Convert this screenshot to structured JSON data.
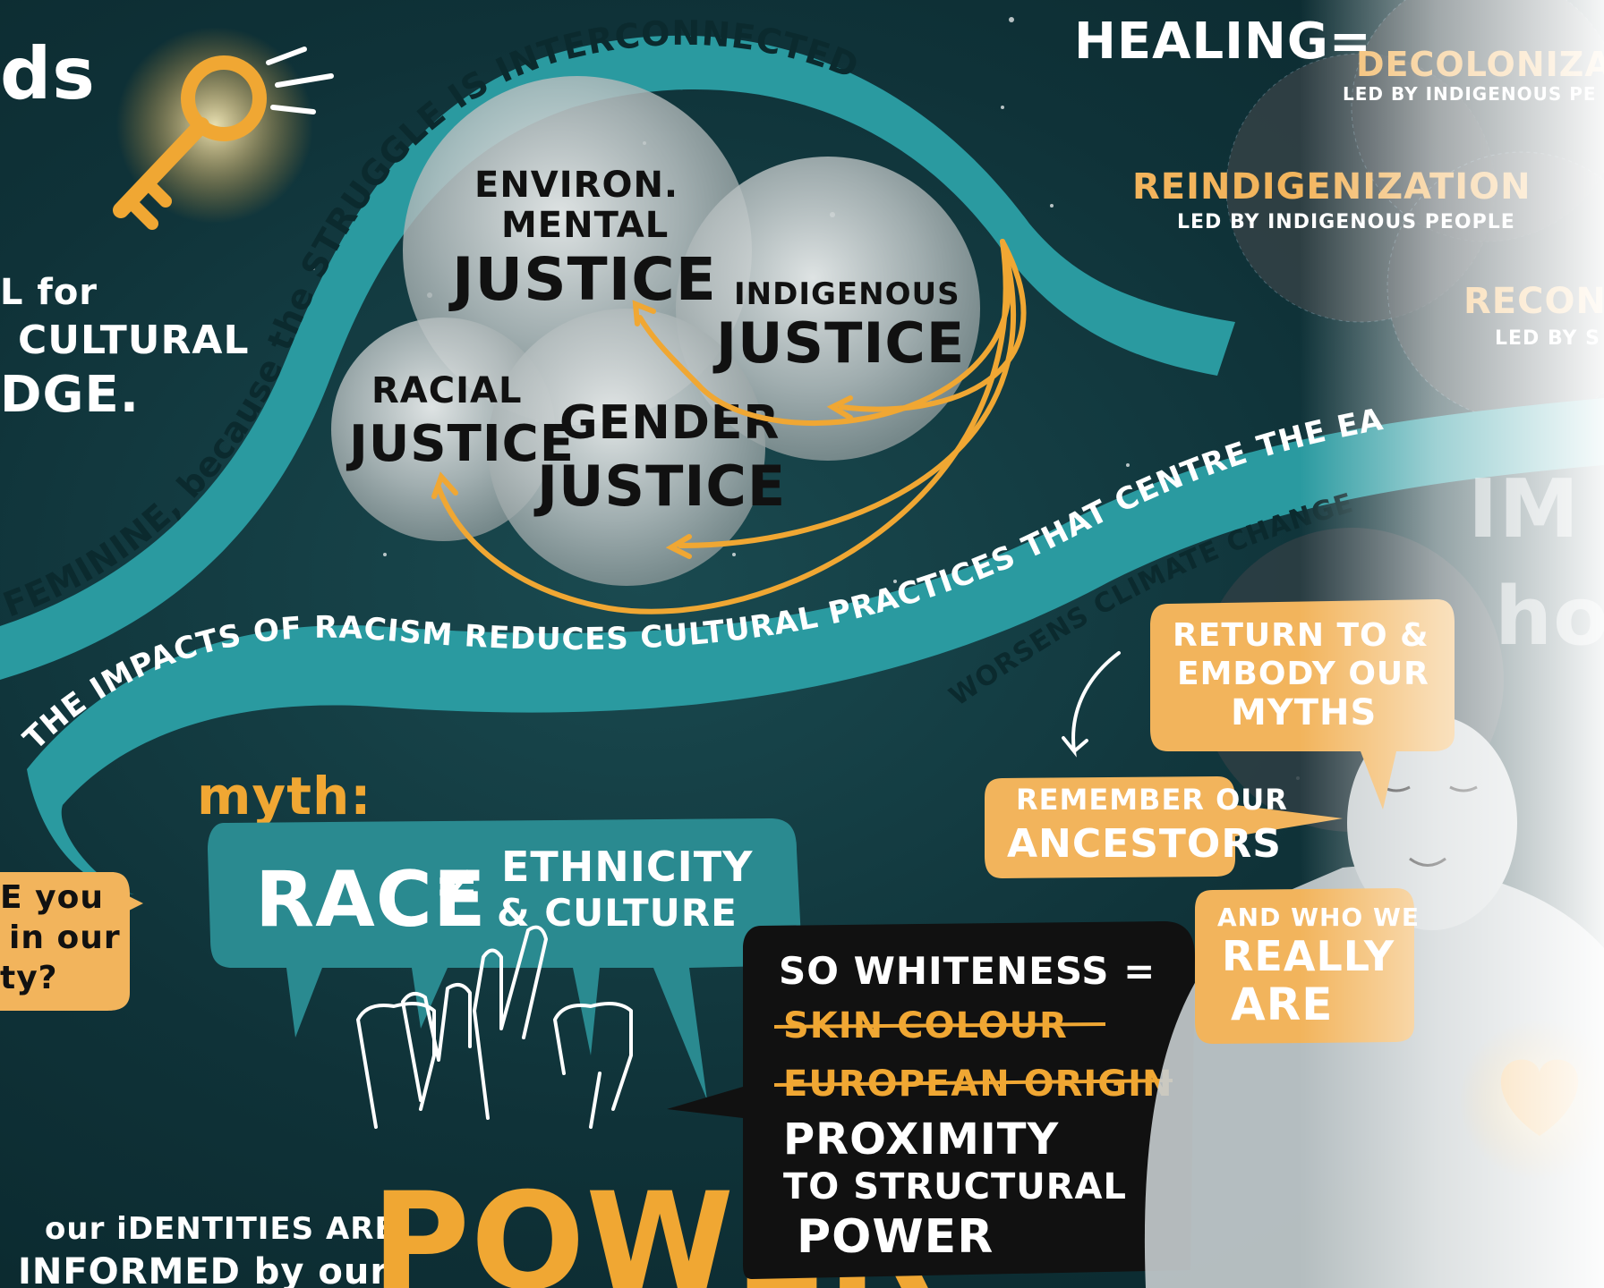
{
  "colors": {
    "background": "#0f3238",
    "ribbon": "#2a9aa0",
    "accent_orange": "#f0a733",
    "bubble_orange": "#f2b45c",
    "bubble_teal": "#2a8a90",
    "white": "#ffffff",
    "black_box": "#111111"
  },
  "ribbon_top_text": "FEMININE, because the STRUGGLE IS INTERCONNECTED",
  "ribbon_bottom_text": "THE IMPACTS OF RACISM REDUCES CULTURAL PRACTICES THAT CENTRE THE EA",
  "ribbon_bottom_sub": "WORSENS CLIMATE CHANGE",
  "left_fragments": {
    "top": "ds",
    "line1": "L for",
    "line2": "CULTURAL",
    "line3": "DGE."
  },
  "key_icon": "key-icon",
  "venn": {
    "environmental": [
      "ENVIRON.",
      "MENTAL",
      "JUSTICE"
    ],
    "indigenous": [
      "INDIGENOUS",
      "JUSTICE"
    ],
    "racial": [
      "RACIAL",
      "JUSTICE"
    ],
    "gender": [
      "GENDER",
      "JUSTICE"
    ]
  },
  "healing": {
    "title": "HEALING=",
    "decolonization": "DECOLONIZATI",
    "decolonization_sub": "LED BY INDIGENOUS PE",
    "reindigenization": "REINDIGENIZATION",
    "reindigenization_sub": "LED BY INDIGENOUS PEOPLE",
    "reconciliation": "RECON",
    "reconciliation_sub": "LED BY S"
  },
  "right_fragments": {
    "im": "IM",
    "ho": "ho"
  },
  "myth": {
    "label": "myth:",
    "race": "RACE",
    "neq": "≠",
    "ethnicity": "ETHNICITY",
    "culture": "& CULTURE"
  },
  "left_bubble": [
    "E you",
    "in our",
    "ty?"
  ],
  "hands_icon": "raised-hands-icon",
  "bottom_left": {
    "line1": "our iDENTITIES ARE",
    "line2": "INFORMED by our",
    "power": "POWER"
  },
  "whiteness_box": {
    "title": "SO WHITENESS =",
    "struck1": "SKIN COLOUR",
    "struck2": "EUROPEAN ORIGIN",
    "line1": "PROXIMITY",
    "line2": "TO STRUCTURAL",
    "line3": "POWER"
  },
  "speech_bubbles": {
    "return": [
      "RETURN TO &",
      "EMBODY OUR",
      "MYTHS"
    ],
    "remember": [
      "REMEMBER OUR",
      "ANCESTORS"
    ],
    "who": [
      "AND WHO WE",
      "REALLY",
      "ARE"
    ]
  },
  "person_icon": "meditating-person-icon",
  "heart_icon": "heart-icon"
}
